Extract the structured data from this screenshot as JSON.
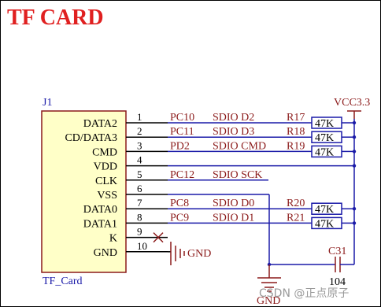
{
  "title": "TF CARD",
  "connector": {
    "designator": "J1",
    "name": "TF_Card",
    "pins": [
      {
        "num": "1",
        "name": "DATA2",
        "mcu": "PC10",
        "signal": "SDIO  D2",
        "resistor": "R17",
        "rval": "47K"
      },
      {
        "num": "2",
        "name": "CD/DATA3",
        "mcu": "PC11",
        "signal": "SDIO  D3",
        "resistor": "R18",
        "rval": "47K"
      },
      {
        "num": "3",
        "name": "CMD",
        "mcu": "PD2",
        "signal": "SDIO  CMD",
        "resistor": "R19",
        "rval": "47K"
      },
      {
        "num": "4",
        "name": "VDD",
        "mcu": "",
        "signal": "",
        "resistor": "",
        "rval": ""
      },
      {
        "num": "5",
        "name": "CLK",
        "mcu": "PC12",
        "signal": "SDIO  SCK",
        "resistor": "",
        "rval": ""
      },
      {
        "num": "6",
        "name": "VSS",
        "mcu": "",
        "signal": "",
        "resistor": "",
        "rval": ""
      },
      {
        "num": "7",
        "name": "DATA0",
        "mcu": "PC8",
        "signal": "SDIO  D0",
        "resistor": "R20",
        "rval": "47K"
      },
      {
        "num": "8",
        "name": "DATA1",
        "mcu": "PC9",
        "signal": "SDIO  D1",
        "resistor": "R21",
        "rval": "47K"
      },
      {
        "num": "9",
        "name": "K",
        "mcu": "",
        "signal": "",
        "resistor": "",
        "rval": ""
      },
      {
        "num": "10",
        "name": "GND",
        "mcu": "",
        "signal": "",
        "resistor": "",
        "rval": ""
      }
    ]
  },
  "power": {
    "vcc": "VCC3.3",
    "gnd_pin10": "GND",
    "gnd_bottom": "GND"
  },
  "capacitor": {
    "ref": "C31",
    "value": "104"
  },
  "watermark": "CSDN @正点原子"
}
